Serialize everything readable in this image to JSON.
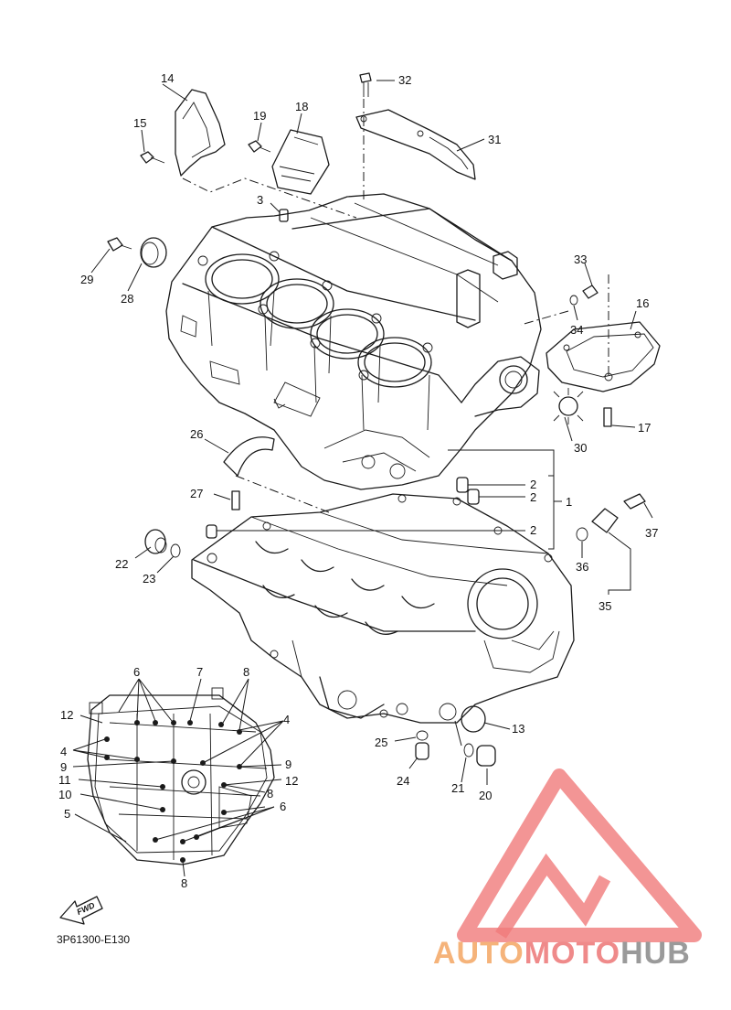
{
  "diagram": {
    "code": "3P61300-E130",
    "fwd_label": "FWD",
    "callouts": {
      "c1": "1",
      "c2a": "2",
      "c2b": "2",
      "c2c": "2",
      "c3": "3",
      "c13": "13",
      "c14": "14",
      "c15": "15",
      "c16": "16",
      "c17": "17",
      "c18": "18",
      "c19": "19",
      "c20": "20",
      "c21": "21",
      "c22": "22",
      "c23": "23",
      "c24": "24",
      "c25": "25",
      "c26": "26",
      "c27": "27",
      "c28": "28",
      "c29": "29",
      "c30": "30",
      "c31": "31",
      "c32": "32",
      "c33": "33",
      "c34": "34",
      "c35": "35",
      "c36": "36",
      "c37": "37"
    },
    "inset_callouts": {
      "i4a": "4",
      "i4b": "4",
      "i5": "5",
      "i6a": "6",
      "i6b": "6",
      "i7": "7",
      "i8a": "8",
      "i8b": "8",
      "i8c": "8",
      "i9a": "9",
      "i9b": "9",
      "i10": "10",
      "i11": "11",
      "i12a": "12",
      "i12b": "12"
    }
  },
  "watermark": {
    "word_a": "AUTO",
    "word_b": "MOTO",
    "word_c": "HUB",
    "color_a": "#f5b37a",
    "color_b": "#ef8a8a",
    "color_c": "#9a9a9a",
    "logo_color": "#ef6b6b"
  }
}
